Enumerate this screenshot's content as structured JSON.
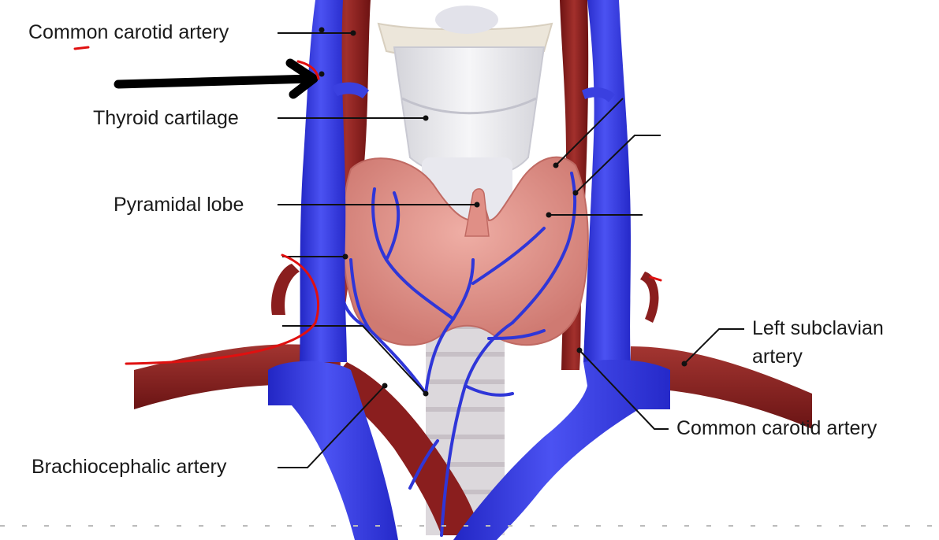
{
  "labels": {
    "common_carotid_top": "Common carotid artery",
    "thyroid_cartilage": "Thyroid cartilage",
    "pyramidal_lobe": "Pyramidal lobe",
    "left_subclavian_line1": "Left subclavian",
    "left_subclavian_line2": "artery",
    "common_carotid_right": "Common carotid artery",
    "brachiocephalic": "Brachiocephalic artery"
  },
  "colors": {
    "vein": "#3a3fe6",
    "vein_dark": "#2326b8",
    "artery": "#8c1c1c",
    "artery_light": "#b13a34",
    "thyroid": "#e49a92",
    "thyroid_dark": "#c96e68",
    "cartilage": "#eeeef2",
    "trachea": "#dcdce2",
    "annotation_red": "#e01010",
    "leader": "#111111"
  }
}
